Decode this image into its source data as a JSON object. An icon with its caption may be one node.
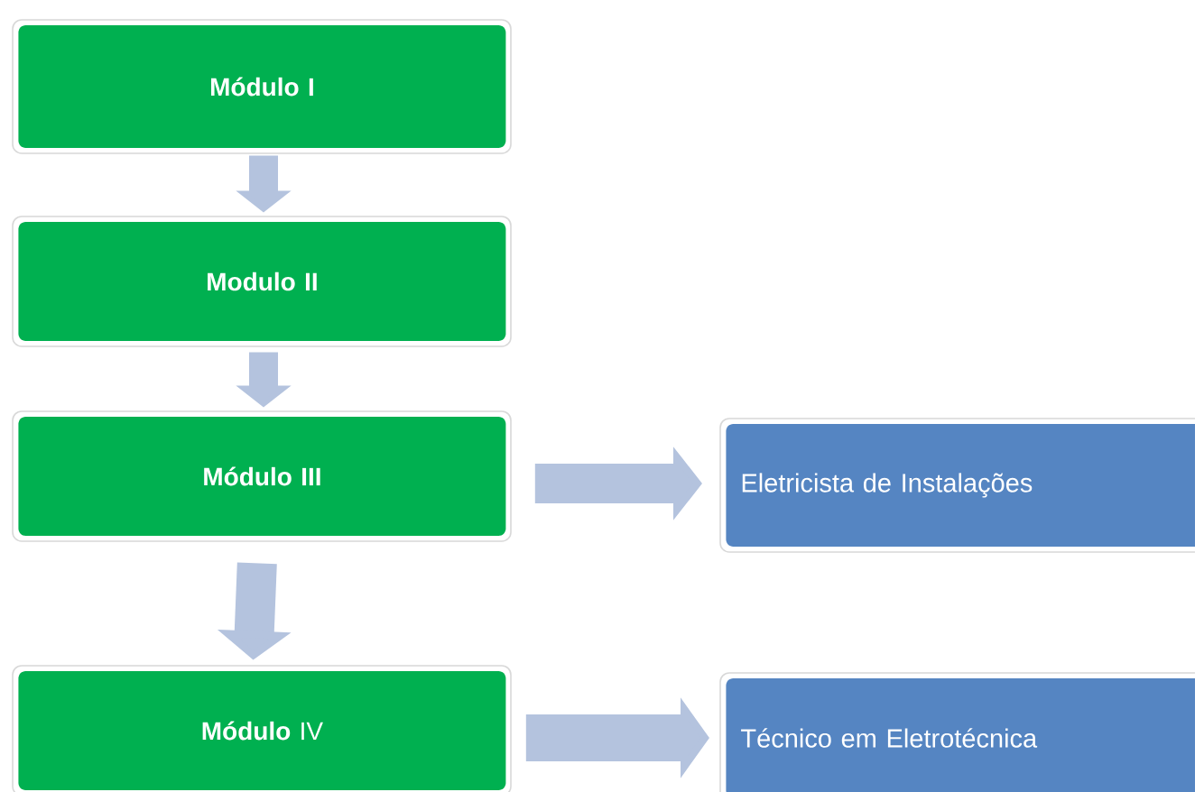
{
  "diagram": {
    "nodes": [
      {
        "text": [
          "Módulo I"
        ]
      },
      {
        "text": [
          "Modulo II"
        ]
      },
      {
        "text": [
          "Módulo III"
        ]
      },
      {
        "text": [
          "**Módulo** IV"
        ]
      },
      {
        "text": [
          "Eletricista de Instalações"
        ]
      },
      {
        "text": [
          "Técnico em Eletrotécnica"
        ]
      }
    ],
    "edges": [
      {
        "from": 0,
        "to": 1,
        "arrow": "to"
      },
      {
        "from": 1,
        "to": 2,
        "arrow": "to"
      },
      {
        "from": 2,
        "to": 3,
        "arrow": "to"
      },
      {
        "from": 2,
        "to": 4,
        "arrow": "to"
      },
      {
        "from": 3,
        "to": 5,
        "arrow": "to"
      }
    ]
  }
}
